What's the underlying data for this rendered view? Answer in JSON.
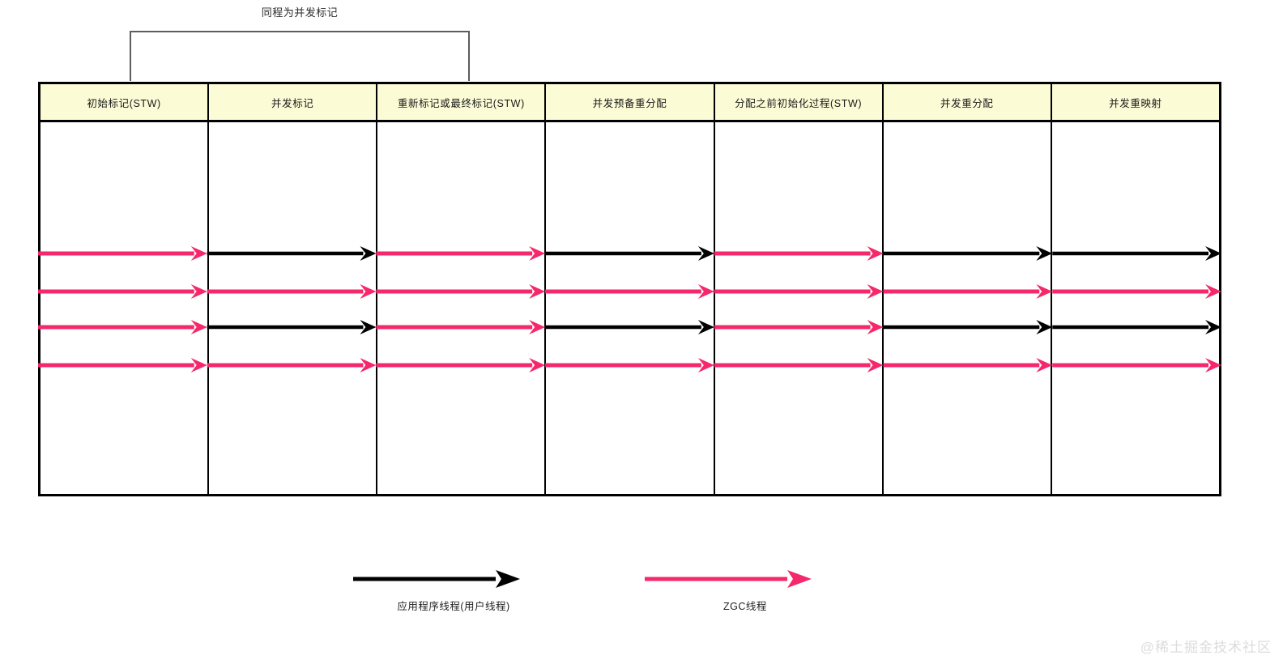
{
  "diagram": {
    "title_annotation": "同程为并发标记",
    "bracket": {
      "covers_columns": [
        0,
        1
      ]
    },
    "colors": {
      "header_background": "#FBFBD5",
      "border": "#000000",
      "bracket": "#5C5C5C",
      "zgc_thread": "#F4286B",
      "app_thread": "#000000",
      "watermark": "#DCDCDC"
    },
    "columns": [
      {
        "id": "col-1",
        "label": "初始标记(STW)"
      },
      {
        "id": "col-2",
        "label": "并发标记"
      },
      {
        "id": "col-3",
        "label": "重新标记或最终标记(STW)"
      },
      {
        "id": "col-4",
        "label": "并发预备重分配"
      },
      {
        "id": "col-5",
        "label": "分配之前初始化过程(STW)"
      },
      {
        "id": "col-6",
        "label": "并发重分配"
      },
      {
        "id": "col-7",
        "label": "并发重映射"
      }
    ],
    "threads": [
      {
        "id": "thread-1",
        "segments": [
          "zgc",
          "app",
          "zgc",
          "app",
          "zgc",
          "app",
          "app"
        ]
      },
      {
        "id": "thread-2",
        "segments": [
          "zgc",
          "zgc",
          "zgc",
          "zgc",
          "zgc",
          "zgc",
          "zgc"
        ]
      },
      {
        "id": "thread-3",
        "segments": [
          "zgc",
          "app",
          "zgc",
          "app",
          "zgc",
          "app",
          "app"
        ]
      },
      {
        "id": "thread-4",
        "segments": [
          "zgc",
          "zgc",
          "zgc",
          "zgc",
          "zgc",
          "zgc",
          "zgc"
        ]
      }
    ],
    "legend": [
      {
        "id": "legend-app-thread",
        "type": "app",
        "label": "应用程序线程(用户线程)"
      },
      {
        "id": "legend-zgc-thread",
        "type": "zgc",
        "label": "ZGC线程"
      }
    ],
    "watermark": "@稀土掘金技术社区"
  }
}
